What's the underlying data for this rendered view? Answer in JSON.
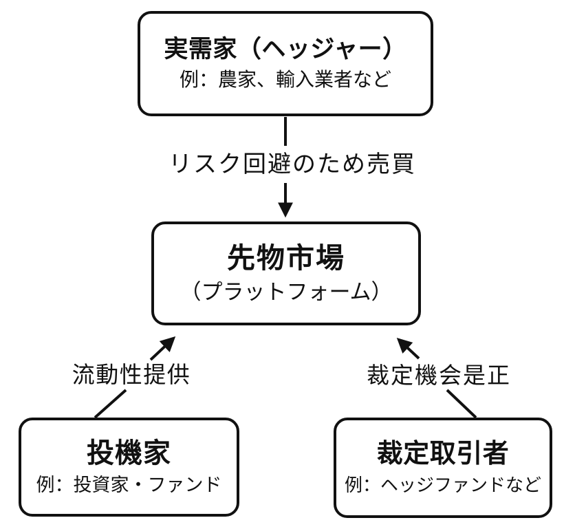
{
  "diagram": {
    "background_color": "#ffffff",
    "line_color": "#111111",
    "nodes": {
      "hedger": {
        "title": "実需家（ヘッジャー）",
        "subtitle": "例：農家、輸入業者など"
      },
      "market": {
        "title": "先物市場",
        "subtitle": "（プラットフォーム）"
      },
      "speculator": {
        "title": "投機家",
        "subtitle": "例：投資家・ファンド"
      },
      "arbitrageur": {
        "title": "裁定取引者",
        "subtitle": "例：ヘッジファンドなど"
      }
    },
    "edges": {
      "hedger_to_market": {
        "label": "リスク回避のため売買",
        "direction": "down"
      },
      "speculator_to_market": {
        "label": "流動性提供",
        "direction": "up-right"
      },
      "arbitrageur_to_market": {
        "label": "裁定機会是正",
        "direction": "up-left"
      }
    }
  }
}
